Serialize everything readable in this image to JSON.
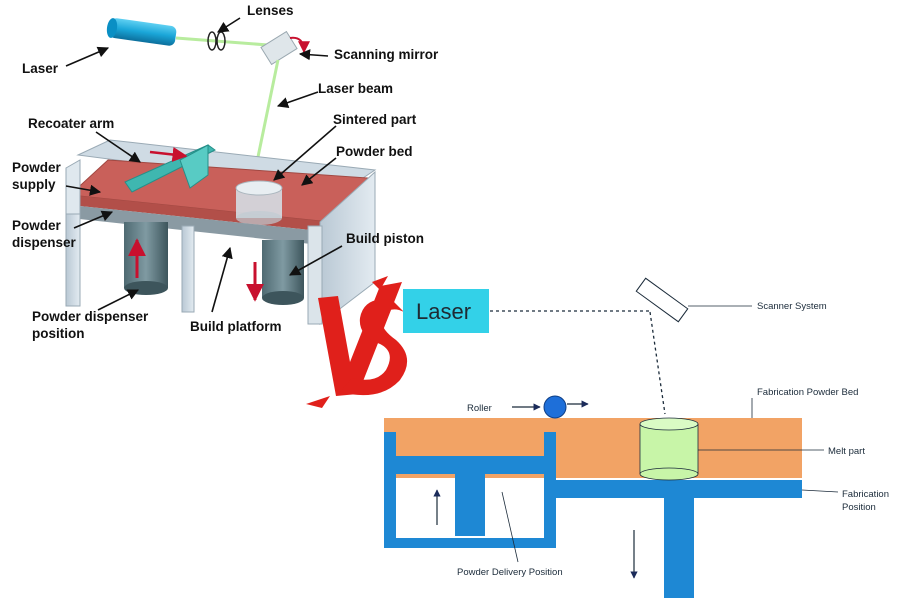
{
  "left_diagram": {
    "labels": {
      "lenses": "Lenses",
      "laser": "Laser",
      "scanning_mirror": "Scanning mirror",
      "laser_beam": "Laser beam",
      "sintered_part": "Sintered part",
      "recoater_arm": "Recoater arm",
      "powder_bed": "Powder bed",
      "powder_supply_1": "Powder",
      "powder_supply_2": "supply",
      "powder_dispenser_1": "Powder",
      "powder_dispenser_2": "dispenser",
      "build_piston": "Build piston",
      "powder_dispenser_position_1": "Powder dispenser",
      "powder_dispenser_position_2": "position",
      "build_platform": "Build platform"
    },
    "colors": {
      "laser_body": "#1aa6d8",
      "beam": "#b8ec9e",
      "powder": "#c9605a",
      "recoater": "#3fb7b0",
      "chamber": "#c9d6e0",
      "arrow_red": "#c8102e"
    }
  },
  "vs_mark": {
    "text": "VS",
    "color": "#e0201b"
  },
  "right_diagram": {
    "laser_label": "Laser",
    "labels": {
      "scanner_system": "Scanner System",
      "roller": "Roller",
      "fabrication_powder_bed": "Fabrication Powder Bed",
      "melt_part": "Melt part",
      "fabrication_position_1": "Fabrication",
      "fabrication_position_2": "Position",
      "powder_delivery_position": "Powder Delivery Position"
    },
    "colors": {
      "laser_box": "#33d1e8",
      "powder": "#f2a365",
      "structure": "#1e88d4",
      "melt_part": "#c8f5a8",
      "roller": "#1e6fd9"
    }
  }
}
